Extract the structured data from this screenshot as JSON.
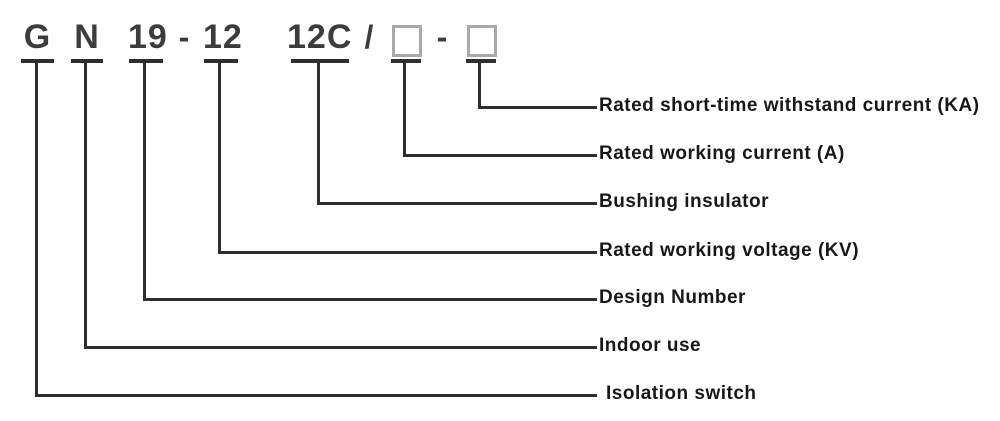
{
  "nomenclature": {
    "code_parts": [
      {
        "code": "G",
        "meaning": "Isolation switch"
      },
      {
        "code": "N",
        "meaning": "Indoor use"
      },
      {
        "code": "19",
        "meaning": "Design Number"
      },
      {
        "code": "12",
        "meaning": "Rated working voltage (KV)"
      },
      {
        "code": "12C",
        "meaning": "Bushing insulator"
      },
      {
        "code": "",
        "meaning": "Rated working current (A)",
        "placeholder": true
      },
      {
        "code": "",
        "meaning": "Rated short-time withstand current (KA)",
        "placeholder": true
      }
    ],
    "separators": [
      "-",
      "/",
      "-"
    ]
  },
  "icons": {
    "placeholder_box": "empty-gray-outlined-square"
  },
  "colors": {
    "background": "#ffffff",
    "line": "#2e2e2e",
    "code_text": "#3c3c3c",
    "label_text": "#181818",
    "placeholder_border": "#a9a9a9"
  }
}
